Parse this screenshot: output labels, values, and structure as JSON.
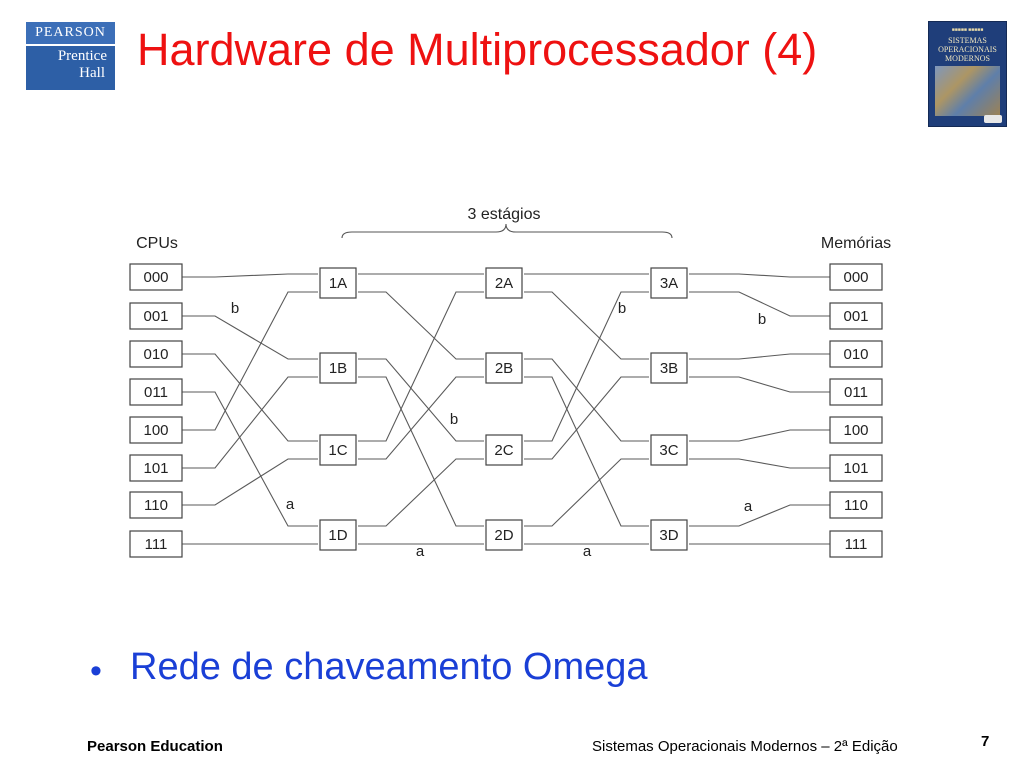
{
  "logo": {
    "line1": "PEARSON",
    "line2": "Prentice",
    "line3": "Hall"
  },
  "title": "Hardware de Multiprocessador (4)",
  "book_cover": {
    "title": "SISTEMAS OPERACIONAIS MODERNOS"
  },
  "diagram": {
    "stages_label": "3 estágios",
    "cpus_label": "CPUs",
    "memories_label": "Memórias",
    "cpus": [
      "000",
      "001",
      "010",
      "011",
      "100",
      "101",
      "110",
      "111"
    ],
    "memories": [
      "000",
      "001",
      "010",
      "011",
      "100",
      "101",
      "110",
      "111"
    ],
    "switches": [
      "1A",
      "1B",
      "1C",
      "1D",
      "2A",
      "2B",
      "2C",
      "2D",
      "3A",
      "3B",
      "3C",
      "3D"
    ],
    "path_labels": [
      "b",
      "b",
      "b",
      "b",
      "a",
      "a",
      "a",
      "a"
    ]
  },
  "bullet": "Rede de chaveamento Omega",
  "footer": {
    "left": "Pearson Education",
    "right": "Sistemas Operacionais Modernos – 2ª Edição",
    "page": "7"
  }
}
